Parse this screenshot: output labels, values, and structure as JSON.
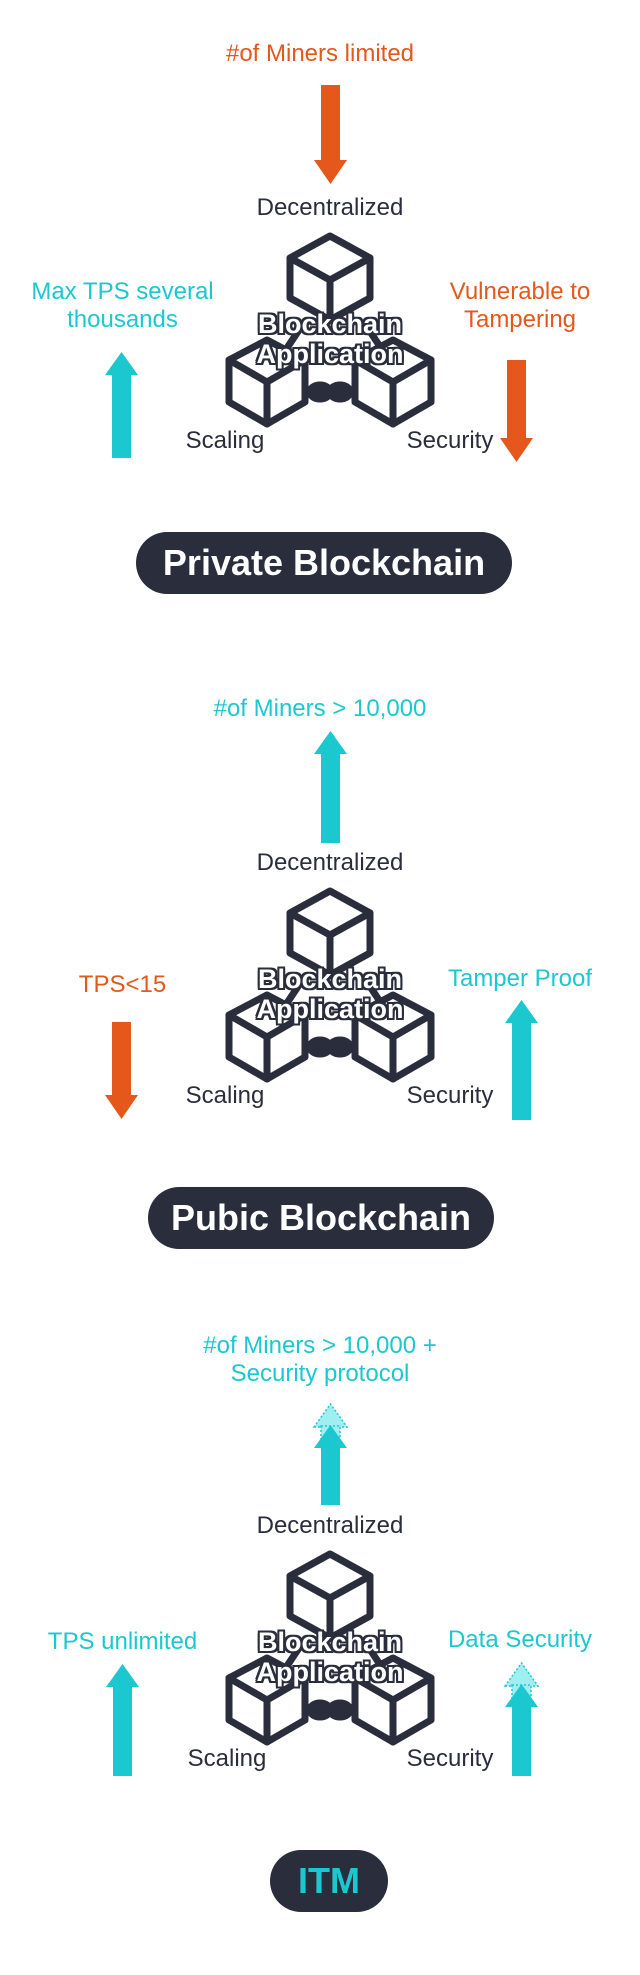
{
  "colors": {
    "orange": "#e5571a",
    "cyan": "#1cc8d0",
    "dark": "#2a2d3b",
    "light_cyan": "#9eeef2"
  },
  "hub_label_line1": "Blockchain",
  "hub_label_line2": "Application",
  "hub_icon": "blockchain-network-icon",
  "panels": [
    {
      "title": "Private Blockchain",
      "top_note": "#of Miners limited",
      "top_note_color": "orange",
      "top_arrow": "down",
      "decentralized_label": "Decentralized",
      "scaling_label": "Scaling",
      "security_label": "Security",
      "left_note": "Max TPS several thousands",
      "left_note_line1": "Max TPS several",
      "left_note_line2": "thousands",
      "left_note_color": "cyan",
      "left_arrow": "up",
      "right_note": "Vulnerable to Tampering",
      "right_note_line1": "Vulnerable to",
      "right_note_line2": "Tampering",
      "right_note_color": "orange",
      "right_arrow": "down"
    },
    {
      "title": "Pubic Blockchain",
      "top_note": "#of Miners > 10,000",
      "top_note_color": "cyan",
      "top_arrow": "up",
      "decentralized_label": "Decentralized",
      "scaling_label": "Scaling",
      "security_label": "Security",
      "left_note": "TPS<15",
      "left_note_color": "orange",
      "left_arrow": "down",
      "right_note": "Tamper Proof",
      "right_note_color": "cyan",
      "right_arrow": "up"
    },
    {
      "title": "ITM",
      "top_note": "#of Miners > 10,000 + Security protocol",
      "top_note_line1": "#of Miners > 10,000 +",
      "top_note_line2": "Security protocol",
      "top_note_color": "cyan",
      "top_arrow": "up-boosted",
      "decentralized_label": "Decentralized",
      "scaling_label": "Scaling",
      "security_label": "Security",
      "left_note": "TPS unlimited",
      "left_note_color": "cyan",
      "left_arrow": "up",
      "right_note": "Data Security",
      "right_note_color": "cyan",
      "right_arrow": "up-boosted"
    }
  ]
}
